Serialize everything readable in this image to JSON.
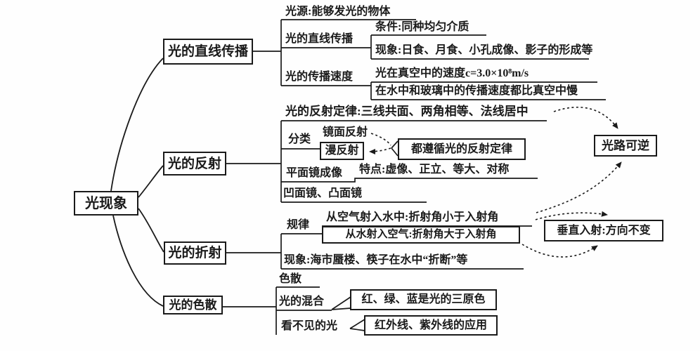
{
  "root": {
    "label": "光现象"
  },
  "straight": {
    "box": "光的直线传播",
    "source": "光源:能够发光的物体",
    "sub_label": "光的直线传播",
    "condition": "条件:同种均匀介质",
    "phenomena": "现象:日食、月食、小孔成像、影子的形成等",
    "speed_label": "光的传播速度",
    "speed_vacuum": "光在真空中的速度c=3.0×10⁸m/s",
    "speed_medium": "在水中和玻璃中的传播速度都比真空中慢"
  },
  "reflection": {
    "box": "光的反射",
    "law": "光的反射定律:三线共面、两角相等、法线居中",
    "classify_label": "分类",
    "specular": "镜面反射",
    "diffuse": "漫反射",
    "both_follow": "都遵循光的反射定律",
    "mirror_label": "平面镜成像",
    "mirror_traits": "特点:虚像、正立、等大、对称",
    "curved": "凹面镜、凸面镜",
    "reversible": "光路可逆"
  },
  "refraction": {
    "box": "光的折射",
    "rule_label": "规律",
    "air_to_water": "从空气射入水中:折射角小于入射角",
    "water_to_air": "从水射入空气:折射角大于入射角",
    "phenomena": "现象:海市蜃楼、筷子在水中“折断”等",
    "vertical": "垂直入射:方向不变"
  },
  "dispersion": {
    "box": "光的色散",
    "dispersion_label": "色散",
    "mixing_label": "光的混合",
    "primary": "红、绿、蓝是光的三原色",
    "invisible_label": "看不见的光",
    "invisible_apps": "红外线、紫外线的应用"
  }
}
